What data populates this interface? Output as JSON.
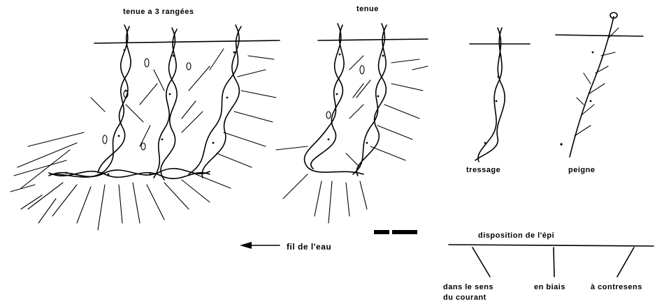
{
  "labels": {
    "title_three_rows": "tenue a 3 rangées",
    "title_single": "tenue",
    "braiding": "tressage",
    "comb": "peigne",
    "water_flow": "fil de l'eau",
    "arrangement": "disposition de l'épi",
    "downstream_1": "dans le sens",
    "downstream_2": "du courant",
    "oblique": "en biais",
    "upstream": "à contresens"
  }
}
